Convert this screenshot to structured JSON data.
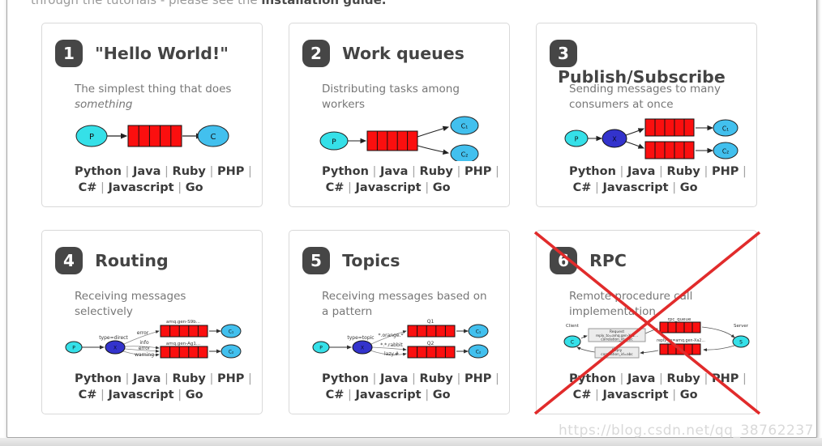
{
  "page": {
    "top_text_prefix": "through the tutorials - please see the ",
    "top_text_bold": "installation guide.",
    "watermark": "https://blog.csdn.net/qq_38762237"
  },
  "colors": {
    "producer_fill": "#35e0e8",
    "consumer_fill": "#42c0ee",
    "exchange_fill": "#3333cc",
    "queue_fill": "#fb0f0f",
    "badge_bg": "#464646",
    "cross_red": "#e12b2b"
  },
  "languages": {
    "items": [
      "Python",
      "Java",
      "Ruby",
      "PHP",
      "C#",
      "Javascript",
      "Go"
    ],
    "separator": "|"
  },
  "tutorials": [
    {
      "number": "1",
      "title": "\"Hello World!\"",
      "description": "The simplest thing that does",
      "description_em": "something",
      "diagram": {
        "producer": "P",
        "consumer": "C"
      }
    },
    {
      "number": "2",
      "title": "Work queues",
      "description": "Distributing tasks among workers",
      "diagram": {
        "producer": "P",
        "consumer1": "C₁",
        "consumer2": "C₂"
      }
    },
    {
      "number": "3",
      "title": "Publish/Subscribe",
      "description": "Sending messages to many consumers at once",
      "diagram": {
        "producer": "P",
        "exchange": "X",
        "consumer1": "C₁",
        "consumer2": "C₂"
      }
    },
    {
      "number": "4",
      "title": "Routing",
      "description": "Receiving messages selectively",
      "diagram": {
        "producer": "P",
        "exchange": "X",
        "exchange_type": "type=direct",
        "queue1_label": "amq.gen-S9b...",
        "queue2_label": "amq.gen-Ag1...",
        "edge1": "error",
        "edge2": "info",
        "edge3": "error",
        "edge4": "warning",
        "consumer1": "C₁",
        "consumer2": "C₂"
      }
    },
    {
      "number": "5",
      "title": "Topics",
      "description": "Receiving messages based on a pattern",
      "diagram": {
        "producer": "P",
        "exchange": "X",
        "exchange_type": "type=topic",
        "queue1_label": "Q1",
        "queue2_label": "Q2",
        "edge1": "*.orange.*",
        "edge2": "*.*.rabbit",
        "edge3": "lazy.#",
        "consumer1": "C₁",
        "consumer2": "C₂"
      }
    },
    {
      "number": "6",
      "title": "RPC",
      "description": "Remote procedure call implementation",
      "crossed_out": true,
      "diagram": {
        "client_label": "Client",
        "client": "C",
        "server_label": "Server",
        "server": "S",
        "request_line1": "Request",
        "request_line2": "reply_to=amq.gen-Xa2...",
        "request_line3": "correlation_id=abc",
        "rpc_queue_label": "rpc_queue",
        "reply_queue_label": "reply_to=amq.gen-Xa2...",
        "reply_line1": "Reply",
        "reply_line2": "correlation_id=abc"
      }
    }
  ]
}
